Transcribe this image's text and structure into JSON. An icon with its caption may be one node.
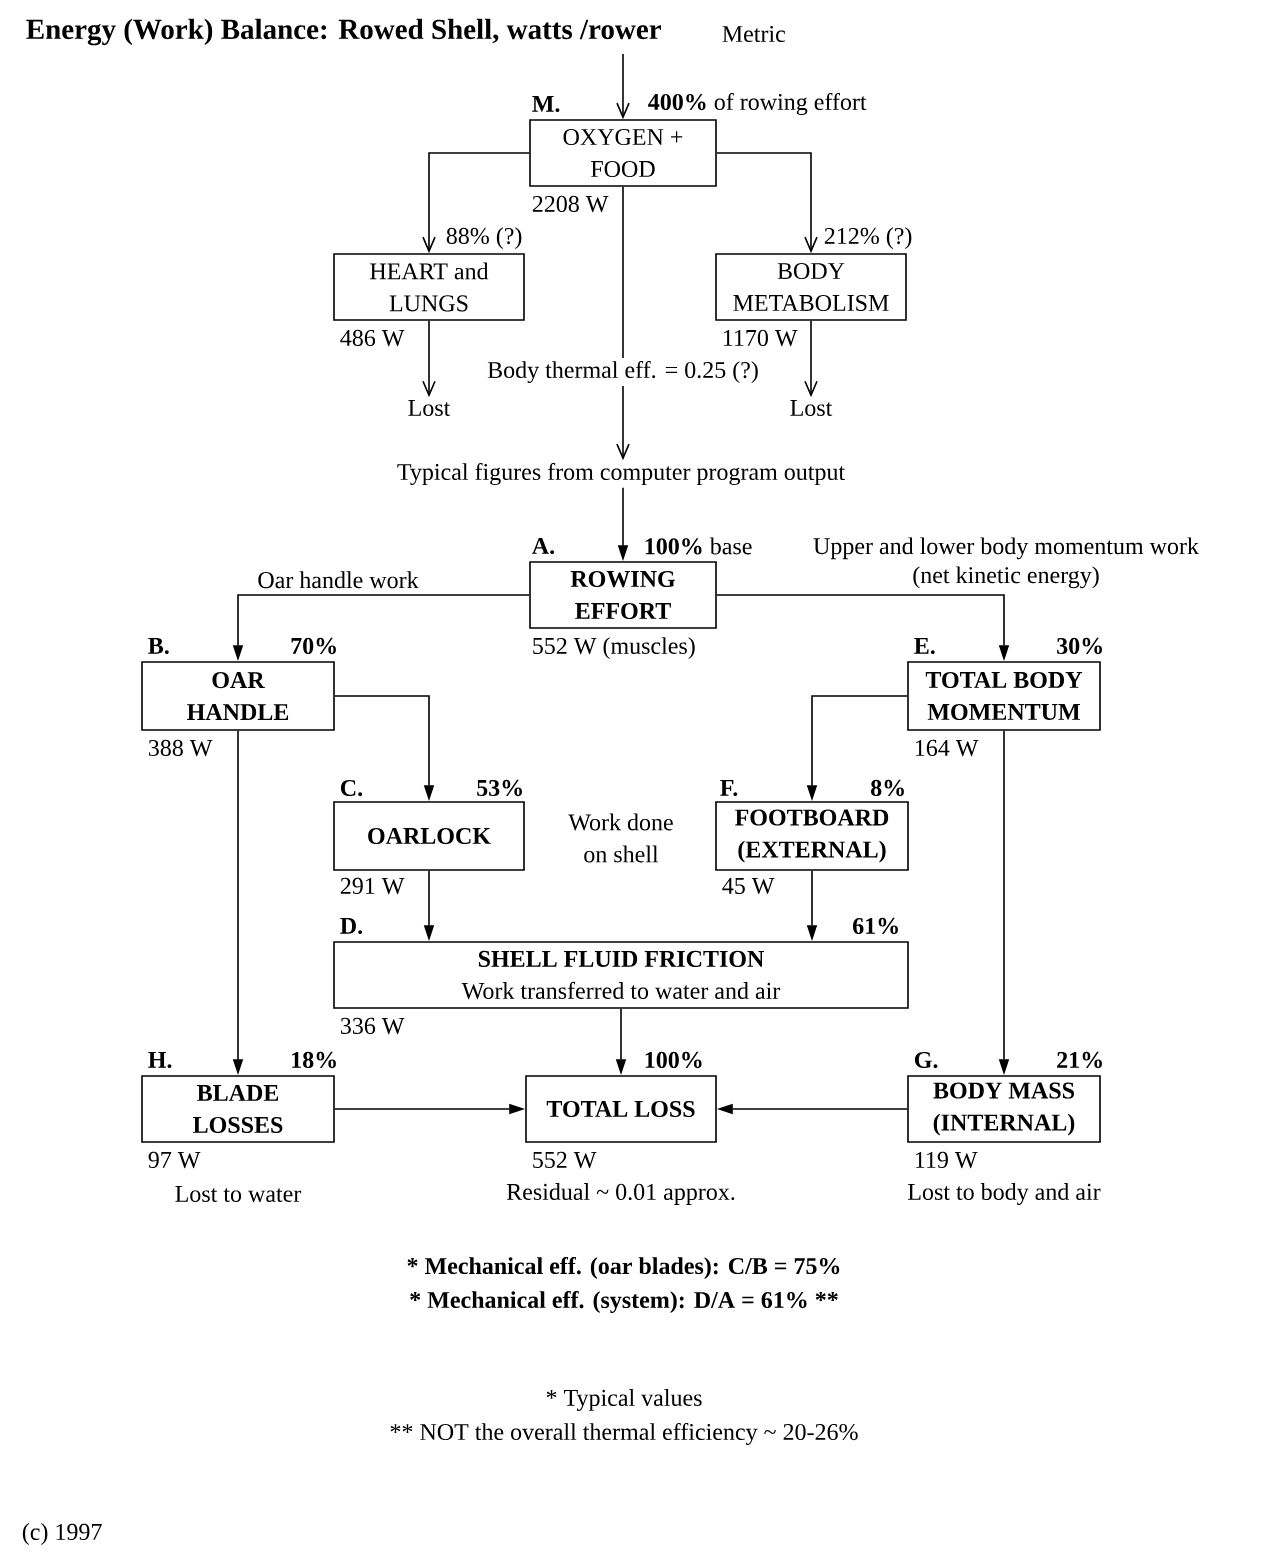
{
  "diagram": {
    "title": "Energy (Work) Balance: Rowed Shell, watts /rower",
    "nodes": [
      {
        "text": [
          "OXYGEN + FOOD"
        ],
        "beside": [
          "M.",
          "**400%** of rowing effort",
          "2208 W"
        ]
      },
      {
        "text": [
          "HEART and LUNGS"
        ],
        "beside": [
          "88% (?)",
          "486 W"
        ]
      },
      {
        "text": [
          "BODY METABOLISM"
        ],
        "beside": [
          "212% (?)",
          "1170 W"
        ]
      },
      {
        "text": [
          "Lost"
        ]
      },
      {
        "text": [
          "Lost"
        ]
      },
      {
        "text": [
          "Typical figures from computer program output"
        ]
      },
      {
        "text": [
          "ROWING EFFORT"
        ],
        "beside": [
          "A.",
          "**100%** base",
          "552 W (muscles)"
        ]
      },
      {
        "text": [
          "OAR HANDLE"
        ],
        "beside": [
          "B.",
          "70%",
          "388 W"
        ]
      },
      {
        "text": [
          "TOTAL BODY MOMENTUM"
        ],
        "beside": [
          "E.",
          "30%",
          "164 W"
        ]
      },
      {
        "text": [
          "OARLOCK"
        ],
        "beside": [
          "C.",
          "53%",
          "291 W"
        ]
      },
      {
        "text": [
          "FOOTBOARD (EXTERNAL)"
        ],
        "beside": [
          "F.",
          "8%",
          "45 W"
        ]
      },
      {
        "text": [
          "SHELL FLUID FRICTION",
          "Work transferred to water and air"
        ],
        "beside": [
          "D.",
          "61%",
          "336 W"
        ]
      },
      {
        "text": [
          "BLADE LOSSES"
        ],
        "beside": [
          "H.",
          "18%",
          "97 W",
          "Lost to water"
        ]
      },
      {
        "text": [
          "TOTAL LOSS"
        ],
        "beside": [
          "100%",
          "552 W",
          "Residual ~ 0.01 approx."
        ]
      },
      {
        "text": [
          "BODY MASS (INTERNAL)"
        ],
        "beside": [
          "G.",
          "21%",
          "119 W",
          "Lost to body and air"
        ]
      }
    ],
    "edges": [
      {
        "from": null,
        "to": 0,
        "arrow": "to"
      },
      {
        "from": 0,
        "to": 1,
        "arrow": "to"
      },
      {
        "from": 0,
        "to": 2,
        "arrow": "to"
      },
      {
        "from": 1,
        "to": 3,
        "arrow": "to"
      },
      {
        "from": 2,
        "to": 4,
        "arrow": "to"
      },
      {
        "from": 0,
        "to": 5,
        "arrow": "to",
        "label": "Body thermal eff. = 0.25 (?)"
      },
      {
        "from": 5,
        "to": 6,
        "arrow": "to"
      },
      {
        "from": 6,
        "to": 7,
        "arrow": "to",
        "label": "Oar handle work"
      },
      {
        "from": 6,
        "to": 8,
        "arrow": "to",
        "label": "Upper and lower body momentum work (net kinetic energy)"
      },
      {
        "from": 7,
        "to": 9,
        "arrow": "to"
      },
      {
        "from": 8,
        "to": 10,
        "arrow": "to"
      },
      {
        "from": 9,
        "to": 11,
        "arrow": "to"
      },
      {
        "from": 10,
        "to": 11,
        "arrow": "to"
      },
      {
        "from": 7,
        "to": 12,
        "arrow": "to"
      },
      {
        "from": 8,
        "to": 14,
        "arrow": "to"
      },
      {
        "from": 11,
        "to": 13,
        "arrow": "to"
      },
      {
        "from": 12,
        "to": 13,
        "arrow": "to"
      },
      {
        "from": 14,
        "to": 13,
        "arrow": "to"
      }
    ],
    "labels": [
      "Metric",
      "Work done on shell",
      "* Mechanical eff. (oar blades): C/B = 75%",
      "* Mechanical eff. (system): D/A = 61% **",
      "* Typical values",
      "** NOT the overall thermal efficiency ~ 20-26%",
      "(c) 1997"
    ]
  }
}
